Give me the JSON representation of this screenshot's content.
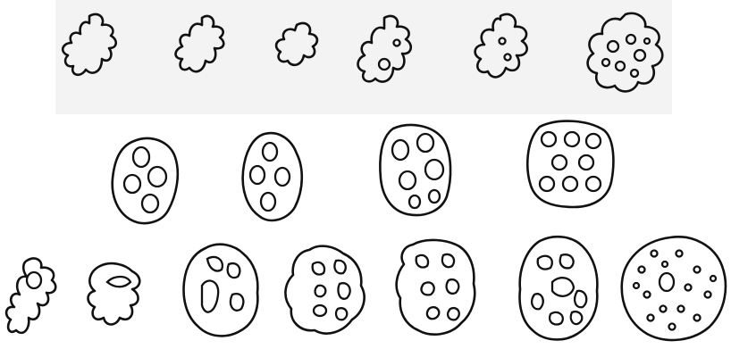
{
  "title": "",
  "rows": [
    {
      "id": "top",
      "count": 6
    },
    {
      "id": "middle",
      "count": 4
    },
    {
      "id": "bottom",
      "count": 7
    }
  ],
  "colors": {
    "ink": "#111111",
    "paper": "#ffffff",
    "band": "#f3f3f3"
  }
}
